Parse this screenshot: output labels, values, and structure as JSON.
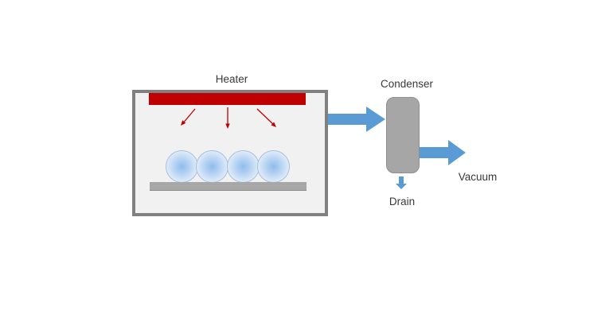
{
  "diagram": {
    "labels": {
      "heater": "Heater",
      "condenser": "Condenser",
      "vacuum": "Vacuum",
      "drain": "Drain"
    },
    "components": {
      "chamber": "heating chamber with heater bar, heat arrows, four droplets on a tray",
      "condenser": "condenser vessel between chamber outlet and vacuum line",
      "flow": "chamber -> condenser -> vacuum, drain below condenser"
    },
    "colors": {
      "heater_bar": "#c00000",
      "heat_arrow": "#c00000",
      "flow_arrow": "#5b9bd5",
      "chamber_border": "#808080",
      "chamber_fill": "#f1f1f1",
      "condenser_fill": "#a6a6a6",
      "tray_fill": "#a7a7a7",
      "droplet_border": "#a9bfdc",
      "droplet_center": "#8fbcec",
      "label_text": "#383838",
      "background": "#ffffff"
    }
  }
}
